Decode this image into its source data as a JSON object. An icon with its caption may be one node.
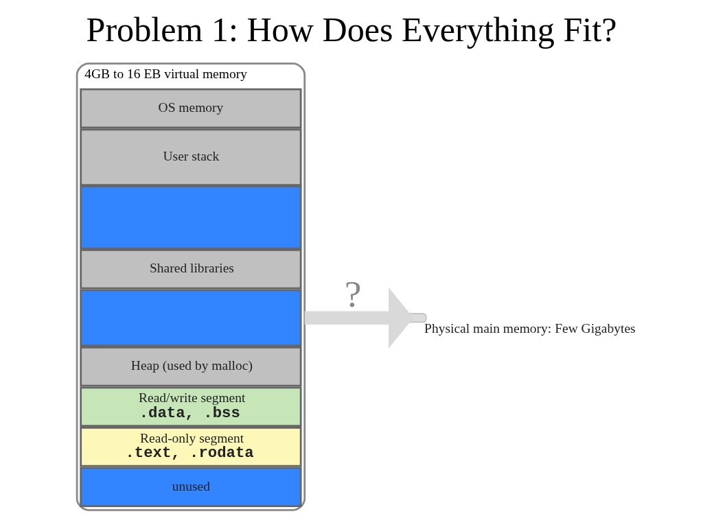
{
  "diagram": {
    "title": "Problem 1: How Does Everything Fit?",
    "nodes": [
      {
        "text": [
          "4GB to 16 EB virtual memory"
        ]
      },
      {
        "text": [
          "OS memory"
        ],
        "in": 0
      },
      {
        "text": [
          "User stack"
        ],
        "in": 0
      },
      {
        "text": [],
        "shape": "bar",
        "in": 0
      },
      {
        "text": [
          "Shared libraries"
        ],
        "in": 0
      },
      {
        "text": [],
        "shape": "bar",
        "in": 0
      },
      {
        "text": [
          "Heap (used by malloc)"
        ],
        "in": 0
      },
      {
        "text": [
          "Read/write segment",
          ".data, .bss"
        ],
        "in": 0
      },
      {
        "text": [
          "Read-only segment",
          ".text, .rodata"
        ],
        "in": 0
      },
      {
        "text": [
          "unused"
        ],
        "in": 0
      },
      {
        "text": [],
        "shape": "box",
        "beside": [
          "Physical main memory: Few Gigabytes"
        ]
      }
    ],
    "edges": [
      {
        "from": 0,
        "to": 10,
        "arrow": "to",
        "label": "?"
      }
    ]
  }
}
